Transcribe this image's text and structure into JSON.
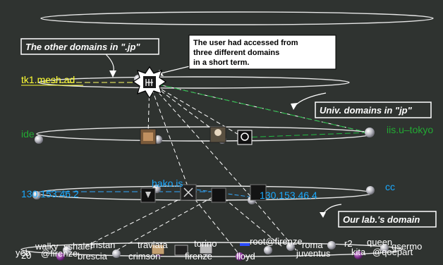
{
  "colors": {
    "background": "#2f3330",
    "ring": "#e6e6e6",
    "node": "#b8b8c0",
    "node_purple": "#8a3a9a",
    "label_yellow": "#ffff33",
    "label_green": "#22aa33",
    "label_cyan": "#1aaaff",
    "label_white": "#ffffff",
    "edge_white": "#ffffff",
    "edge_green": "#22bb44",
    "edge_yellow": "#ffff66",
    "edge_cyan": "#33aaff"
  },
  "annotations": {
    "other_domains": "The other domains in \".jp\"",
    "user_accessed_line1": "The user had accessed from",
    "user_accessed_line2": "three different domains",
    "user_accessed_line3": "in a short term.",
    "univ_domains": "Univ. domains in \"jp\"",
    "our_lab": "Our lab.'s domain"
  },
  "labels": {
    "tk1_mesh_ad": "tk1.mesh.ad",
    "ide": "ide",
    "iis_u_tokyo": "iis.u–tokyo",
    "ip_130_153_46_2": "130.153.46.2",
    "hako_is": "hako.is",
    "ip_130_153_46_4": "130.153.46.4",
    "cc": "cc",
    "bottom_row": [
      "yeb",
      "walky",
      "sshaler",
      "tristan",
      "traviata",
      "torino",
      "root@firenze",
      "roma",
      "r2",
      "queen",
      "qsermo"
    ],
    "bottom_row_overlap": [
      "20",
      "@firenze",
      "brescia",
      "crimson",
      "firenze",
      "lloyd",
      "juventus",
      "kita",
      "@qoepart"
    ]
  },
  "icons": [
    "star-burst-user-icon",
    "thumbnail-icon",
    "square-icon",
    "chat-bubble-icon"
  ]
}
